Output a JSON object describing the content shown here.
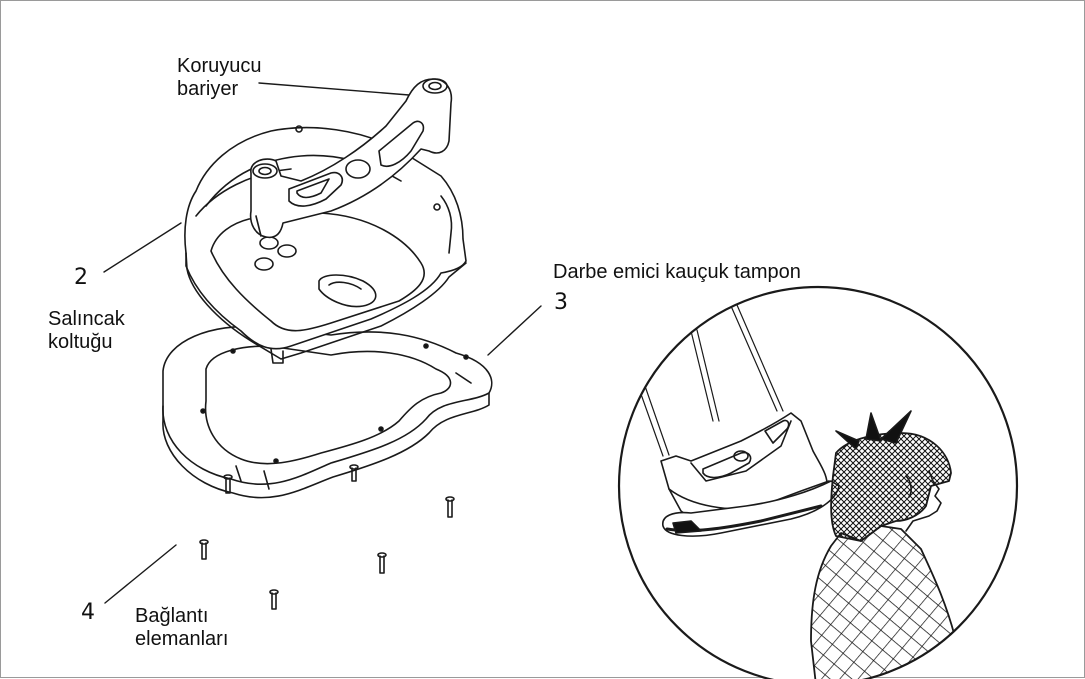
{
  "labels": {
    "protective_bar": [
      "Koruyucu",
      "bariyer"
    ],
    "seat": [
      "Salıncak",
      "koltuğu"
    ],
    "bumper": "Darbe emici kauçuk tampon",
    "fasteners": [
      "Bağlantı",
      "elemanları"
    ]
  },
  "part_numbers": {
    "seat": "2",
    "bumper": "3",
    "fasteners": "4"
  },
  "colors": {
    "line": "#1a1a1a",
    "border": "#9a9a9a",
    "background": "#ffffff"
  }
}
